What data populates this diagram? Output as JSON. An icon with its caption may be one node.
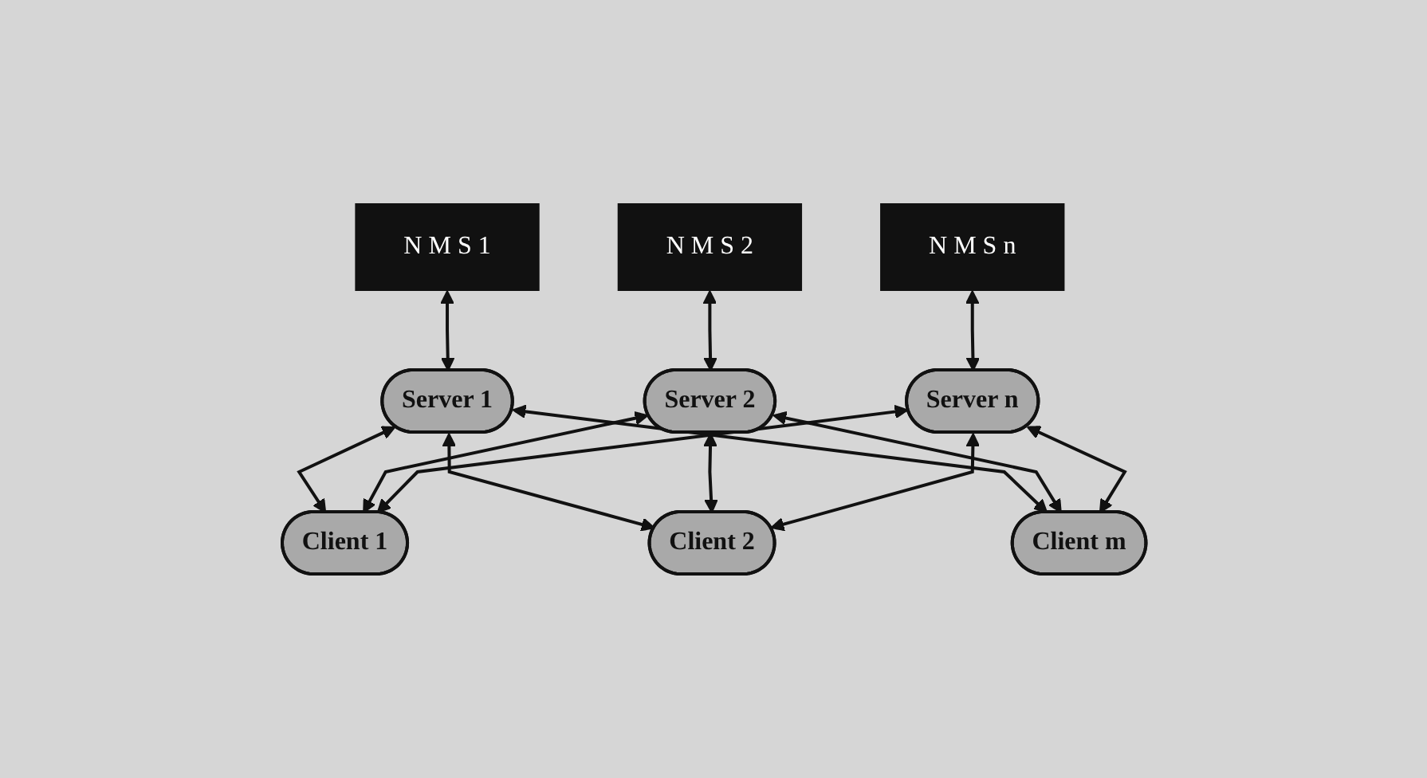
{
  "diagram": {
    "nodes": [
      {
        "text": [
          "N M S 1"
        ]
      },
      {
        "text": [
          "N M S 2"
        ]
      },
      {
        "text": [
          "N M S n"
        ]
      },
      {
        "text": [
          "Server 1"
        ]
      },
      {
        "text": [
          "Server 2"
        ]
      },
      {
        "text": [
          "Server n"
        ]
      },
      {
        "text": [
          "Client 1"
        ]
      },
      {
        "text": [
          "Client 2"
        ]
      },
      {
        "text": [
          "Client m"
        ]
      }
    ],
    "edges": [
      {
        "from": 0,
        "to": 3,
        "arrow": "both"
      },
      {
        "from": 1,
        "to": 4,
        "arrow": "both"
      },
      {
        "from": 2,
        "to": 5,
        "arrow": "both"
      },
      {
        "from": 3,
        "to": 6,
        "arrow": "both"
      },
      {
        "from": 3,
        "to": 7,
        "arrow": "both"
      },
      {
        "from": 3,
        "to": 8,
        "arrow": "both"
      },
      {
        "from": 4,
        "to": 6,
        "arrow": "both"
      },
      {
        "from": 4,
        "to": 7,
        "arrow": "both"
      },
      {
        "from": 4,
        "to": 8,
        "arrow": "both"
      },
      {
        "from": 5,
        "to": 6,
        "arrow": "both"
      },
      {
        "from": 5,
        "to": 7,
        "arrow": "both"
      },
      {
        "from": 5,
        "to": 8,
        "arrow": "both"
      }
    ]
  }
}
